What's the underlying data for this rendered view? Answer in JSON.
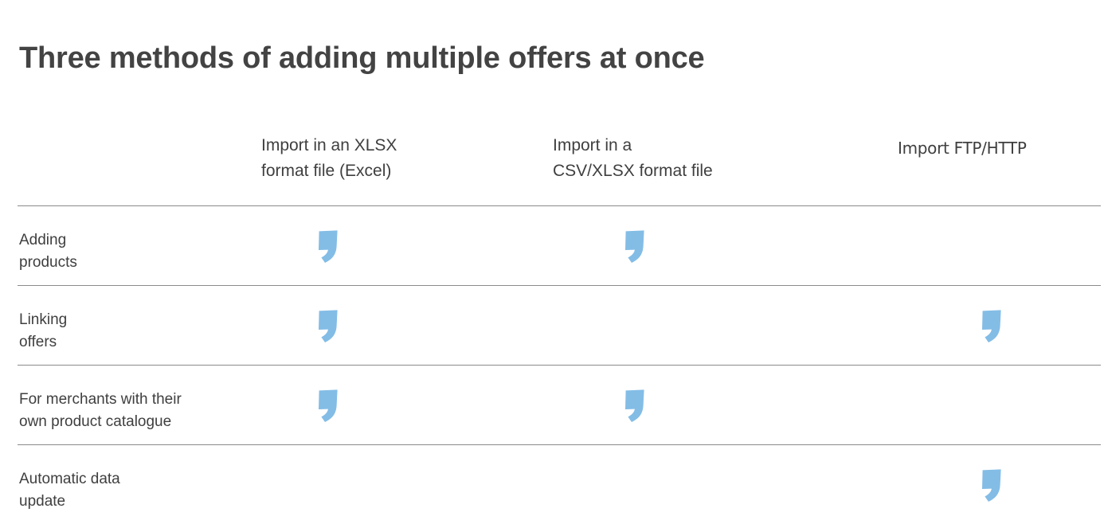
{
  "page": {
    "title": "Three methods of adding multiple offers at once",
    "background_color": "#ffffff",
    "text_color": "#3f3f3f"
  },
  "table": {
    "mark_color": "#83bde6",
    "mark_icon": "quote-mark-icon",
    "rule_color": "#8b8b8b",
    "row_label_header": "",
    "columns": [
      {
        "id": "xlsx",
        "line1": "Import in an XLSX",
        "line2": "format file (Excel)"
      },
      {
        "id": "csv-xlsx",
        "line1": "Import in a",
        "line2": "CSV/XLSX format file"
      },
      {
        "id": "ftp-http",
        "line1": "Import FTP/HTTP",
        "line2": ""
      }
    ],
    "rows": [
      {
        "id": "adding-products",
        "label_line1": "Adding",
        "label_line2": "products",
        "marks": [
          true,
          true,
          false
        ]
      },
      {
        "id": "linking-offers",
        "label_line1": "Linking",
        "label_line2": "offers",
        "marks": [
          true,
          false,
          true
        ]
      },
      {
        "id": "own-product-catalogue",
        "label_line1": "For merchants with their",
        "label_line2": "own product catalogue",
        "marks": [
          true,
          true,
          false
        ]
      },
      {
        "id": "automatic-data-update",
        "label_line1": "Automatic data",
        "label_line2": "update",
        "marks": [
          false,
          false,
          true
        ]
      }
    ]
  }
}
